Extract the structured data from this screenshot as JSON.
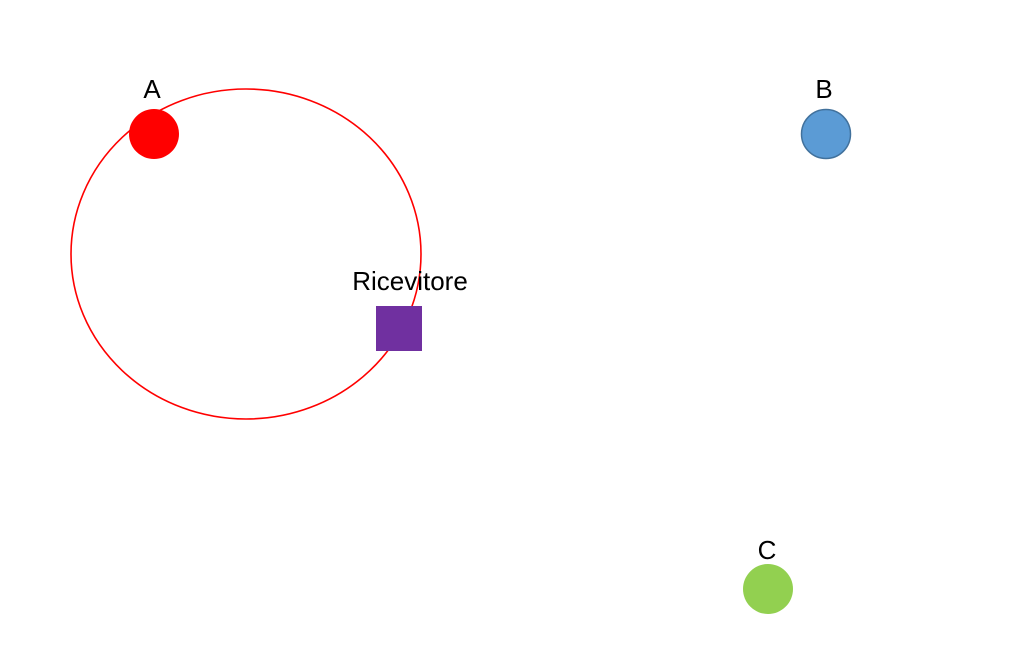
{
  "diagram": {
    "colors": {
      "background": "#ffffff",
      "range_circle": "#ff0000",
      "transmitter_a": "#ff0000",
      "transmitter_b": "#5b9bd5",
      "transmitter_b_outline": "#41719c",
      "transmitter_c": "#92d050",
      "receiver": "#7030a0"
    },
    "transmitters": {
      "a": {
        "label": "A"
      },
      "b": {
        "label": "B"
      },
      "c": {
        "label": "C"
      }
    },
    "receiver": {
      "label": "Ricevitore"
    }
  }
}
